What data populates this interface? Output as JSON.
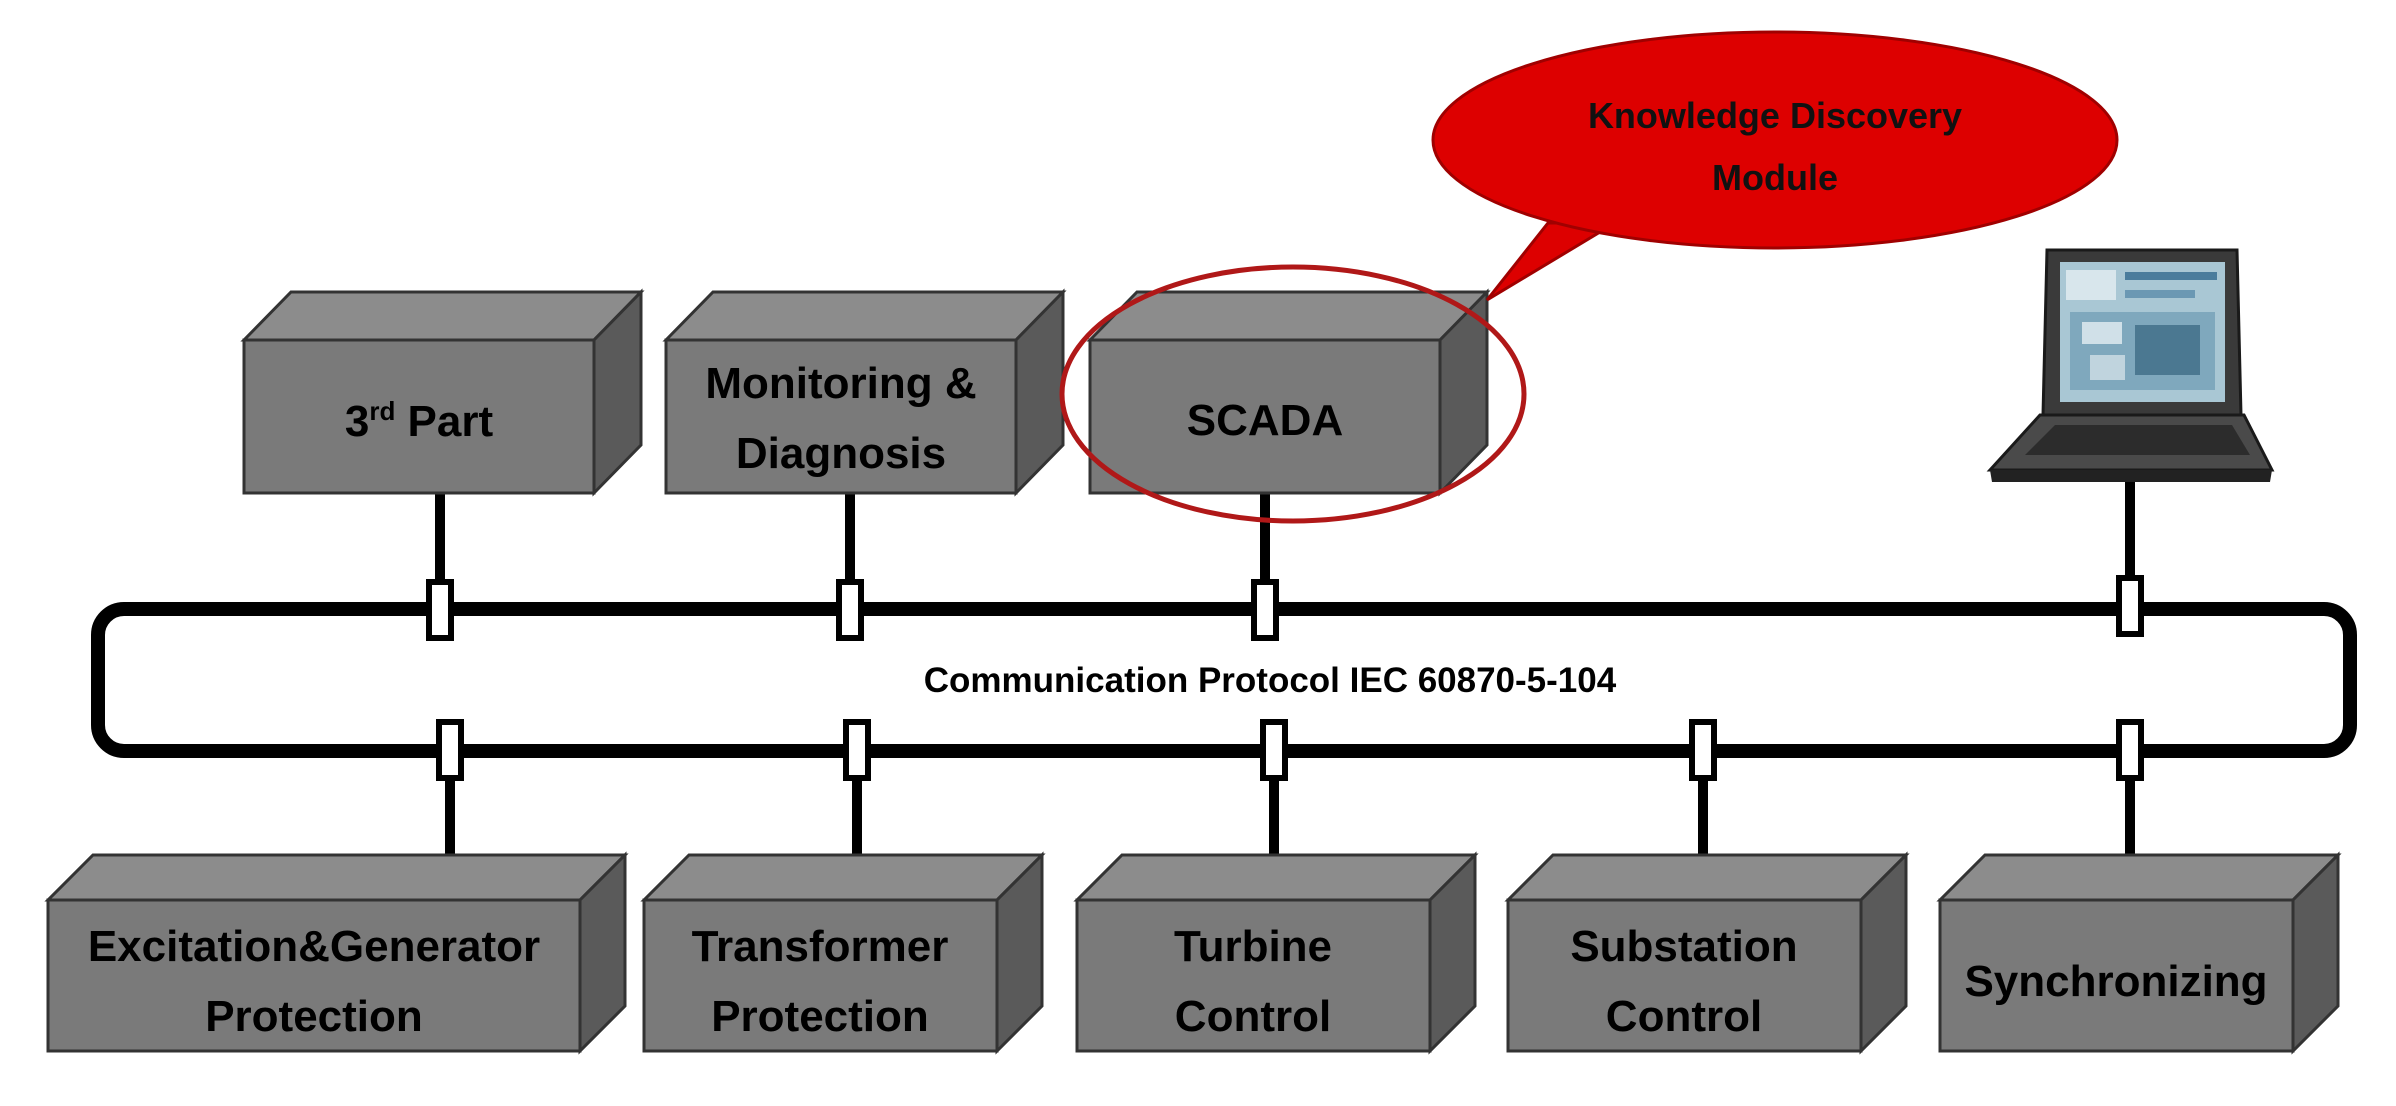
{
  "colors": {
    "box_front": "#7a7a7a",
    "box_top": "#8c8c8c",
    "box_side": "#5a5a5a",
    "box_edge": "#333333",
    "bubble": "#dd0000",
    "highlight_ring": "#b01818",
    "bus": "#000000"
  },
  "bubble": {
    "line1": "Knowledge Discovery",
    "line2": "Module"
  },
  "bus": {
    "label": "Communication Protocol IEC 60870-5-104"
  },
  "top_row": [
    {
      "name": "third-party",
      "line1_base": "3",
      "line1_sup": "rd",
      "line1_rest": " Part",
      "line2": ""
    },
    {
      "name": "monitoring-diagnosis",
      "line1": "Monitoring &",
      "line2": "Diagnosis"
    },
    {
      "name": "scada",
      "line1": "SCADA",
      "line2": ""
    }
  ],
  "workstation": {
    "icon": "laptop-icon"
  },
  "bottom_row": [
    {
      "name": "excitation-generator-protection",
      "line1": "Excitation&Generator",
      "line2": "Protection"
    },
    {
      "name": "transformer-protection",
      "line1": "Transformer",
      "line2": "Protection"
    },
    {
      "name": "turbine-control",
      "line1": "Turbine",
      "line2": "Control"
    },
    {
      "name": "substation-control",
      "line1": "Substation",
      "line2": "Control"
    },
    {
      "name": "synchronizing",
      "line1": "Synchronizing",
      "line2": ""
    }
  ]
}
